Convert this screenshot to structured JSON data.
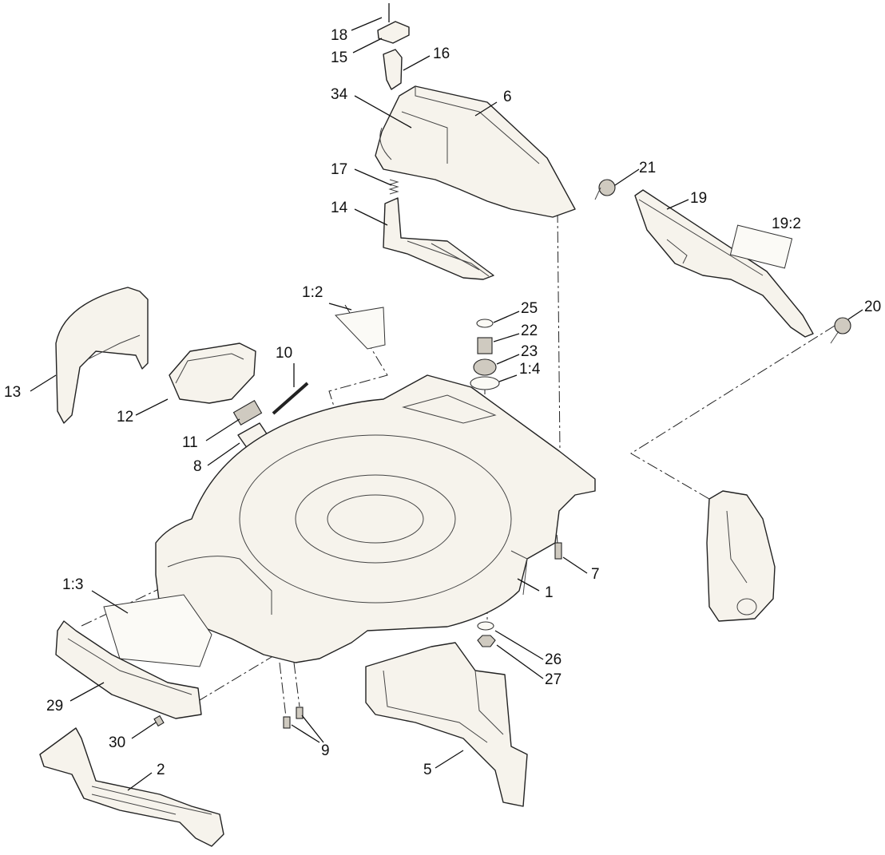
{
  "callouts": {
    "p1": "1",
    "p1_2": "1:2",
    "p1_3": "1:3",
    "p1_4": "1:4",
    "p2": "2",
    "p5": "5",
    "p6": "6",
    "p7": "7",
    "p8": "8",
    "p9": "9",
    "p10": "10",
    "p11": "11",
    "p12": "12",
    "p13": "13",
    "p14": "14",
    "p15": "15",
    "p16": "16",
    "p17": "17",
    "p18": "18",
    "p19": "19",
    "p19_2": "19:2",
    "p20": "20",
    "p21": "21",
    "p22": "22",
    "p23": "23",
    "p25": "25",
    "p26": "26",
    "p27": "27",
    "p29": "29",
    "p30": "30",
    "p34": "34"
  }
}
